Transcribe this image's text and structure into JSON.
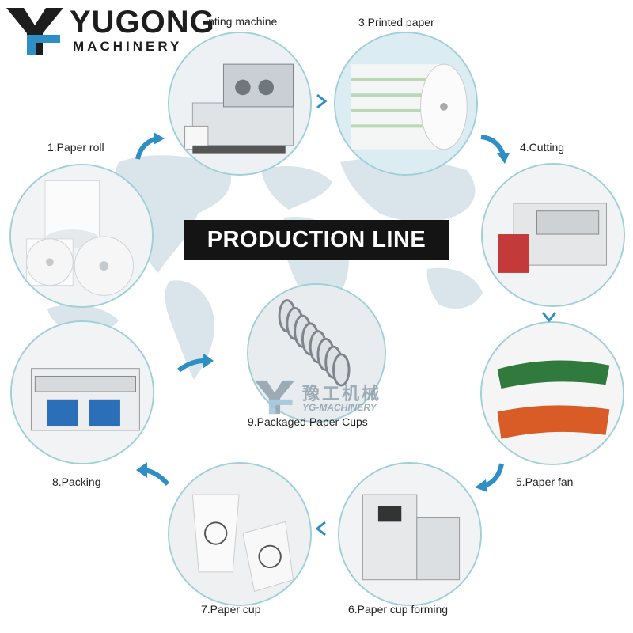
{
  "brand": {
    "name": "YUGONG",
    "tagline": "MACHINERY",
    "watermark_cn": "豫工机械",
    "watermark_en": "YG-MACHINERY"
  },
  "title": "PRODUCTION LINE",
  "steps": {
    "s1": "1.Paper roll",
    "s2": "inting machine",
    "s3": "3.Printed paper",
    "s4": "4.Cutting",
    "s5": "5.Paper fan",
    "s6": "6.Paper cup forming",
    "s7": "7.Paper cup",
    "s8": "8.Packing",
    "s9": "9.Packaged Paper Cups"
  },
  "colors": {
    "accent": "#2e8fc4",
    "circle_border": "#9fd0d8",
    "map": "#d8e4ea",
    "banner": "#141414"
  }
}
